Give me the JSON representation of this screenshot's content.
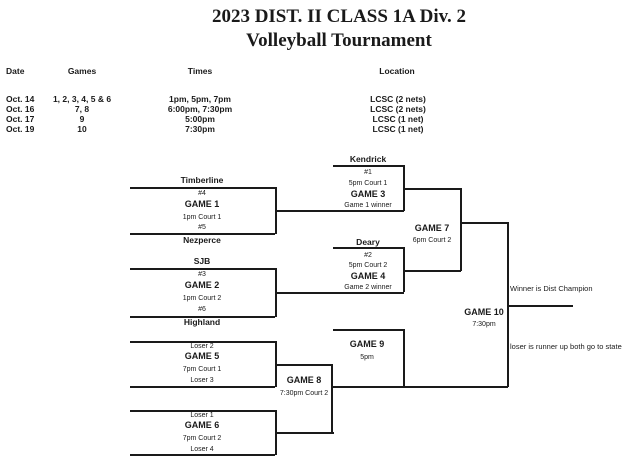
{
  "title": {
    "line1": "2023 DIST. II CLASS 1A Div. 2",
    "line2": "Volleyball Tournament"
  },
  "schedule": {
    "headers": {
      "date": "Date",
      "games": "Games",
      "times": "Times",
      "location": "Location"
    },
    "rows": [
      {
        "date": "Oct. 14",
        "games": "1, 2, 3, 4, 5 & 6",
        "times": "1pm, 5pm, 7pm",
        "location": "LCSC (2 nets)"
      },
      {
        "date": "Oct. 16",
        "games": "7, 8",
        "times": "6:00pm, 7:30pm",
        "location": "LCSC (2 nets)"
      },
      {
        "date": "Oct. 17",
        "games": "9",
        "times": "5:00pm",
        "location": "LCSC (1 net)"
      },
      {
        "date": "Oct. 19",
        "games": "10",
        "times": "7:30pm",
        "location": "LCSC (1 net)"
      }
    ]
  },
  "bracket": {
    "game1": {
      "name": "GAME 1",
      "top_team": "Timberline",
      "top_seed": "#4",
      "time": "1pm Court 1",
      "bottom_seed": "#5",
      "bottom_team": "Nezperce"
    },
    "game2": {
      "name": "GAME 2",
      "top_team": "SJB",
      "top_seed": "#3",
      "time": "1pm Court 2",
      "bottom_seed": "#6",
      "bottom_team": "Highland"
    },
    "game3": {
      "name": "GAME 3",
      "top_team": "Kendrick",
      "top_seed": "#1",
      "time": "5pm Court 1",
      "bottom_label": "Game 1 winner"
    },
    "game4": {
      "name": "GAME 4",
      "top_team": "Deary",
      "top_seed": "#2",
      "time": "5pm Court 2",
      "bottom_label": "Game 2 winner"
    },
    "game5": {
      "name": "GAME 5",
      "top_label": "Loser 2",
      "time": "7pm Court 1",
      "bottom_label": "Loser 3"
    },
    "game6": {
      "name": "GAME 6",
      "top_label": "Loser 1",
      "time": "7pm Court 2",
      "bottom_label": "Loser 4"
    },
    "game7": {
      "name": "GAME 7",
      "time": "6pm Court 2"
    },
    "game8": {
      "name": "GAME 8",
      "time": "7:30pm Court 2"
    },
    "game9": {
      "name": "GAME 9",
      "time": "5pm"
    },
    "game10": {
      "name": "GAME 10",
      "time": "7:30pm"
    },
    "notes": {
      "winner": "Winner is Dist Champion",
      "loser": "loser is runner up both go to state"
    }
  },
  "colors": {
    "background": "#ffffff",
    "text": "#1a1a1a",
    "line": "#1a1a1a"
  }
}
